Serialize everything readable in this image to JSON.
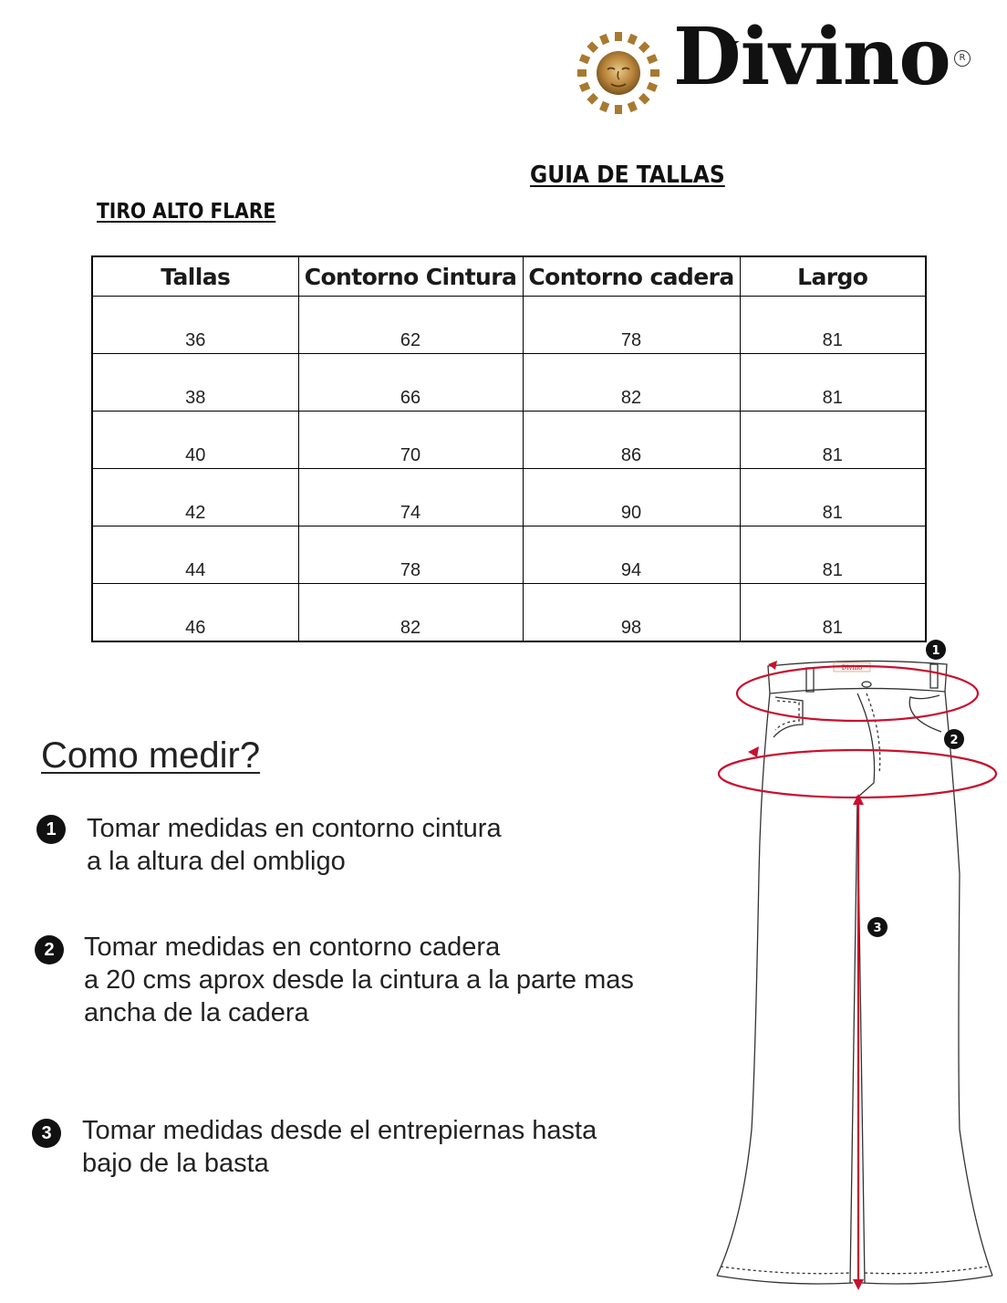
{
  "brand": {
    "name": "Divino",
    "registered_mark": "R"
  },
  "title": "GUIA DE TALLAS",
  "product": "TIRO ALTO FLARE",
  "table": {
    "headers": [
      "Tallas",
      "Contorno Cintura",
      "Contorno cadera",
      "Largo"
    ],
    "rows": [
      [
        "36",
        "62",
        "78",
        "81"
      ],
      [
        "38",
        "66",
        "82",
        "81"
      ],
      [
        "40",
        "70",
        "86",
        "81"
      ],
      [
        "42",
        "74",
        "90",
        "81"
      ],
      [
        "44",
        "78",
        "94",
        "81"
      ],
      [
        "46",
        "82",
        "98",
        "81"
      ]
    ]
  },
  "how_to_measure": {
    "title": "Como medir?",
    "steps": [
      {
        "number": "1",
        "lines": [
          "Tomar medidas en contorno cintura",
          "a la altura del ombligo"
        ]
      },
      {
        "number": "2",
        "lines": [
          "Tomar medidas en contorno cadera",
          "a 20 cms aprox desde la cintura a la parte mas",
          "ancha de la cadera"
        ]
      },
      {
        "number": "3",
        "lines": [
          "Tomar medidas desde el entrepiernas hasta",
          "bajo de la basta"
        ]
      }
    ]
  },
  "diagram": {
    "markers": [
      "1",
      "2",
      "3"
    ],
    "measure_color": "#c8102e",
    "label_tag": "Divino"
  },
  "colors": {
    "logo_gold": "#a8792f",
    "text": "#1a1a1a"
  }
}
